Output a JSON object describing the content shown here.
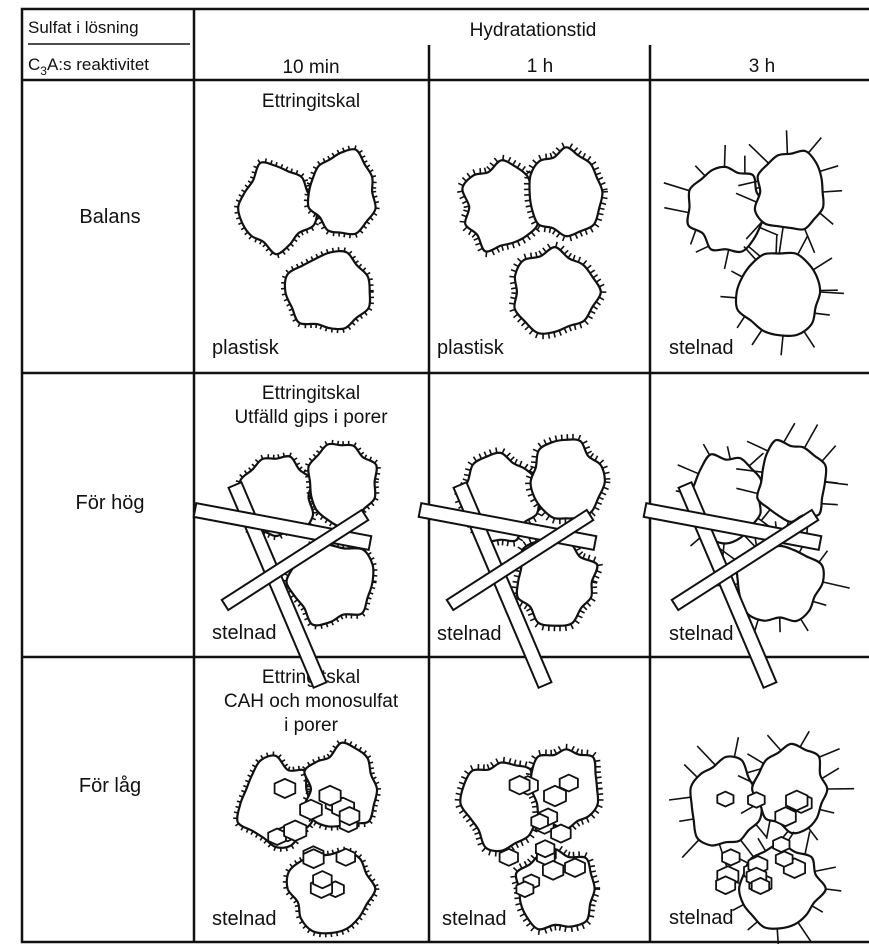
{
  "header": {
    "corner_top": "Sulfat i lösning",
    "corner_bottom_main": "C",
    "corner_bottom_sub": "3",
    "corner_bottom_rest": "A:s reaktivitet",
    "span_title": "Hydratationstid",
    "columns": [
      "10 min",
      "1 h",
      "3 h"
    ]
  },
  "rows": [
    {
      "label": "Balans",
      "caption_lines": [
        "Ettringitskal"
      ],
      "states": [
        "plastisk",
        "plastisk",
        "stelnad"
      ]
    },
    {
      "label": "För hög",
      "caption_lines": [
        "Ettringitskal",
        "Utfälld gips i porer"
      ],
      "states": [
        "stelnad",
        "stelnad",
        "stelnad"
      ]
    },
    {
      "label": "För låg",
      "caption_lines": [
        "Ettringitskal",
        "CAH och monosulfat",
        "i porer"
      ],
      "states": [
        "stelnad",
        "stelnad",
        "stelnad"
      ]
    }
  ],
  "colors": {
    "ink": "#111111",
    "paper": "#ffffff"
  }
}
